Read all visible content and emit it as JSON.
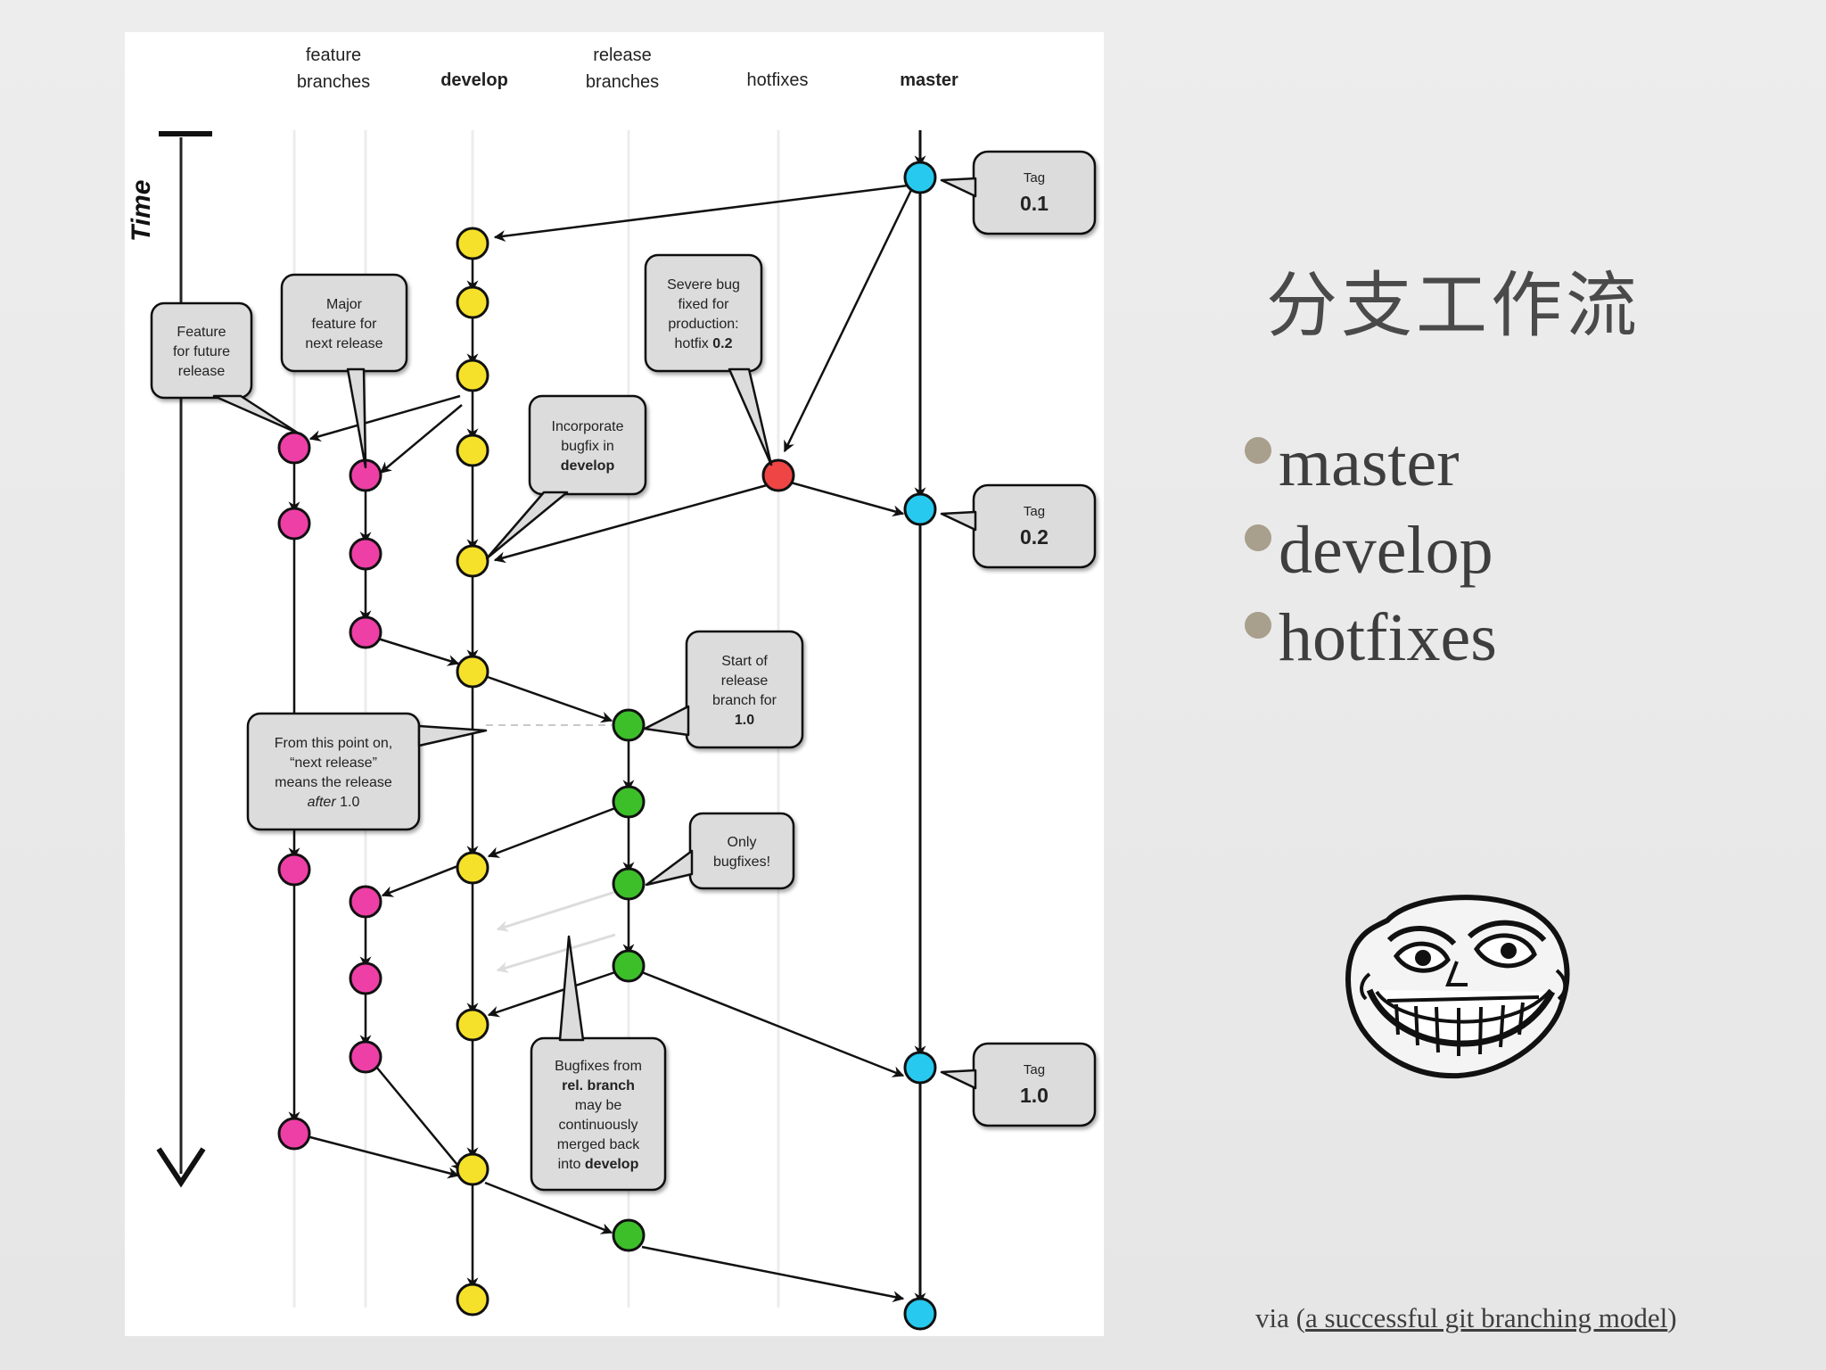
{
  "diagram": {
    "columns": [
      {
        "id": "feature",
        "lines": [
          "feature",
          "branches"
        ],
        "bold": false
      },
      {
        "id": "develop",
        "lines": [
          "develop"
        ],
        "bold": true
      },
      {
        "id": "release",
        "lines": [
          "release",
          "branches"
        ],
        "bold": false
      },
      {
        "id": "hotfixes",
        "lines": [
          "hotfixes"
        ],
        "bold": false
      },
      {
        "id": "master",
        "lines": [
          "master"
        ],
        "bold": true
      }
    ],
    "time_label": "Time",
    "tags": [
      {
        "small": "Tag",
        "big": "0.1"
      },
      {
        "small": "Tag",
        "big": "0.2"
      },
      {
        "small": "Tag",
        "big": "1.0"
      }
    ],
    "callouts": {
      "feature_future": [
        {
          "t": "Feature"
        },
        {
          "t": "for future"
        },
        {
          "t": "release"
        }
      ],
      "major_feature": [
        {
          "t": "Major"
        },
        {
          "t": "feature for"
        },
        {
          "t": "next release"
        }
      ],
      "severe_bug": [
        {
          "t": "Severe bug"
        },
        {
          "t": "fixed for"
        },
        {
          "t": "production:"
        },
        {
          "t": "hotfix ",
          "b": "0.2"
        }
      ],
      "incorporate": [
        {
          "t": "Incorporate"
        },
        {
          "t": "bugfix in"
        },
        {
          "b": "develop"
        }
      ],
      "start_release": [
        {
          "t": "Start of"
        },
        {
          "t": "release"
        },
        {
          "t": "branch for"
        },
        {
          "b": "1.0"
        }
      ],
      "from_this_point": [
        {
          "t": "From this point on,"
        },
        {
          "t": "“next release”"
        },
        {
          "t": "means the release"
        },
        {
          "i": "after",
          "t2": " 1.0"
        }
      ],
      "only_bugfixes": [
        {
          "t": "Only"
        },
        {
          "t": "bugfixes!"
        }
      ],
      "bugfixes_from": [
        {
          "t": "Bugfixes from"
        },
        {
          "b": "rel. branch"
        },
        {
          "t": "may be"
        },
        {
          "t": "continuously"
        },
        {
          "t": "merged back"
        },
        {
          "t": "into ",
          "b": "develop"
        }
      ]
    },
    "colors": {
      "feature": "#ee3fa6",
      "develop": "#f6e12a",
      "release": "#3dbf2a",
      "hotfix": "#ef4545",
      "master": "#27c9ef"
    }
  },
  "slide": {
    "title": "分支工作流",
    "bullets": [
      "master",
      "develop",
      "hotfixes"
    ],
    "credit_prefix": "via (",
    "credit_link": "a successful git branching model",
    "credit_suffix": ")"
  }
}
